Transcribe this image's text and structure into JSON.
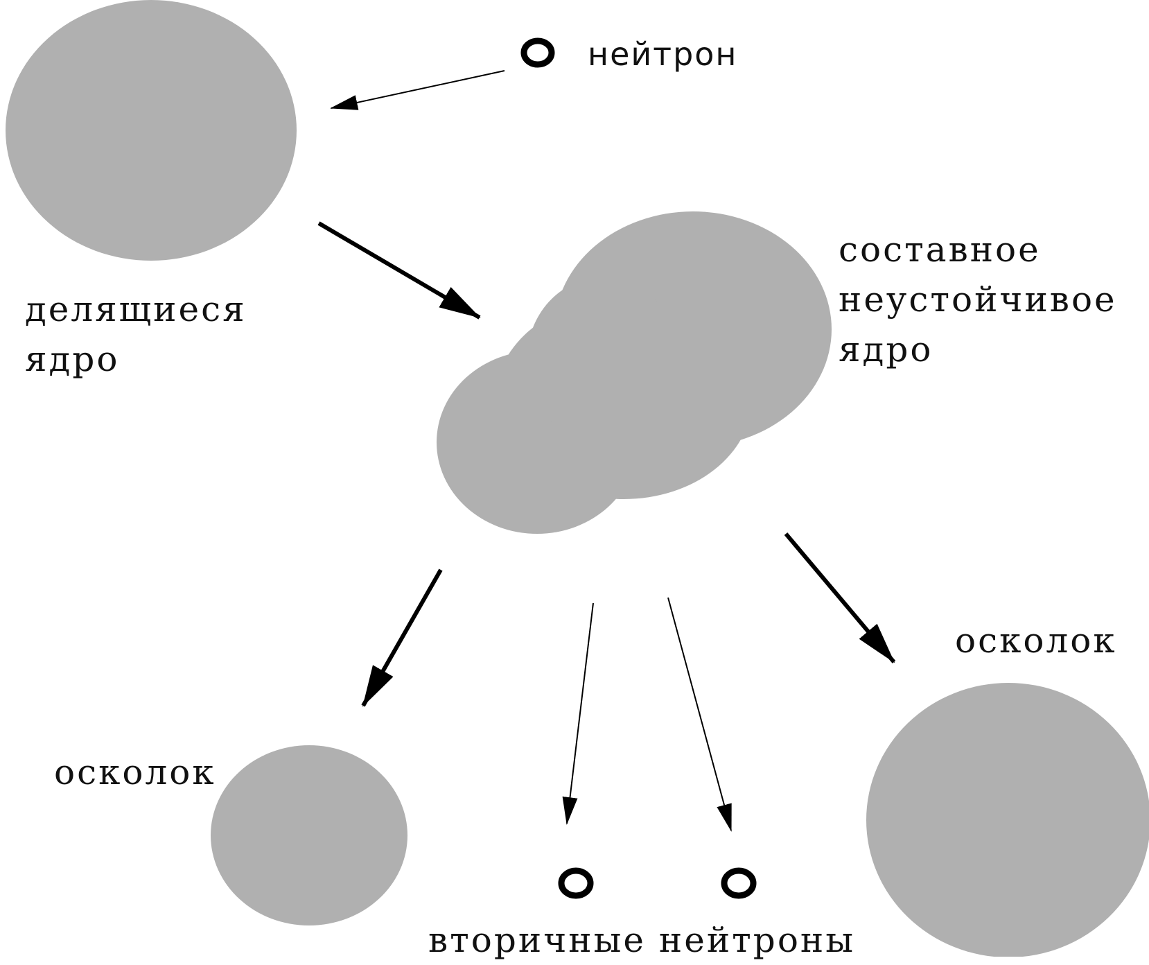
{
  "labels": {
    "neutron": "нейтрон",
    "fissile_nucleus": [
      "делящиеся",
      "ядро"
    ],
    "compound_nucleus": [
      "составное",
      "неустойчивое",
      "ядро"
    ],
    "fragment_left": "осколок",
    "fragment_right": "осколок",
    "secondary_neutrons": "вторичные нейтроны"
  },
  "colors": {
    "nucleus_fill": "#b0b0b0",
    "arrow": "#000000",
    "text": "#111111",
    "background": "#ffffff"
  }
}
